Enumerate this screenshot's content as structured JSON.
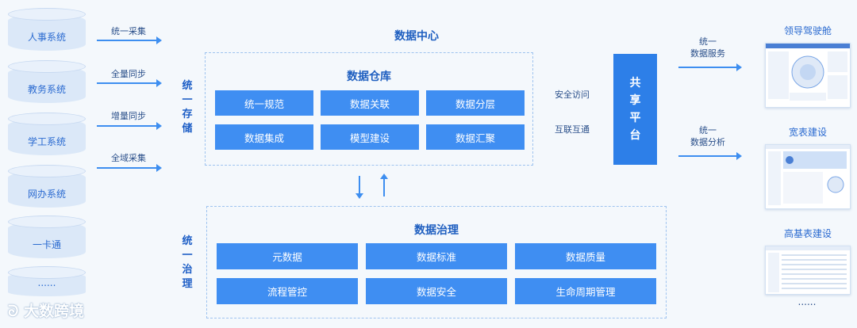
{
  "sources": [
    "人事系统",
    "教务系统",
    "学工系统",
    "网办系统",
    "一卡通"
  ],
  "sources_more": "......",
  "ingest": [
    "统一采集",
    "全量同步",
    "增量同步",
    "全域采集"
  ],
  "storage_label": "统一存储",
  "governance_label": "统一治理",
  "center_title": "数据中心",
  "warehouse": {
    "title": "数据仓库",
    "items": [
      "统一规范",
      "数据关联",
      "数据分层",
      "数据集成",
      "模型建设",
      "数据汇聚"
    ]
  },
  "governance": {
    "title": "数据治理",
    "items": [
      "元数据",
      "数据标准",
      "数据质量",
      "流程管控",
      "数据安全",
      "生命周期管理"
    ]
  },
  "access": [
    "安全访问",
    "互联互通"
  ],
  "share_platform": "共享平台",
  "outputs": [
    {
      "label": "统一\n数据服务",
      "target": "领导驾驶舱"
    },
    {
      "label": "统一\n数据分析",
      "target": "宽表建设"
    },
    {
      "label": "",
      "target": "高基表建设"
    }
  ],
  "outputs_more": "......",
  "watermark": "大数跨境"
}
